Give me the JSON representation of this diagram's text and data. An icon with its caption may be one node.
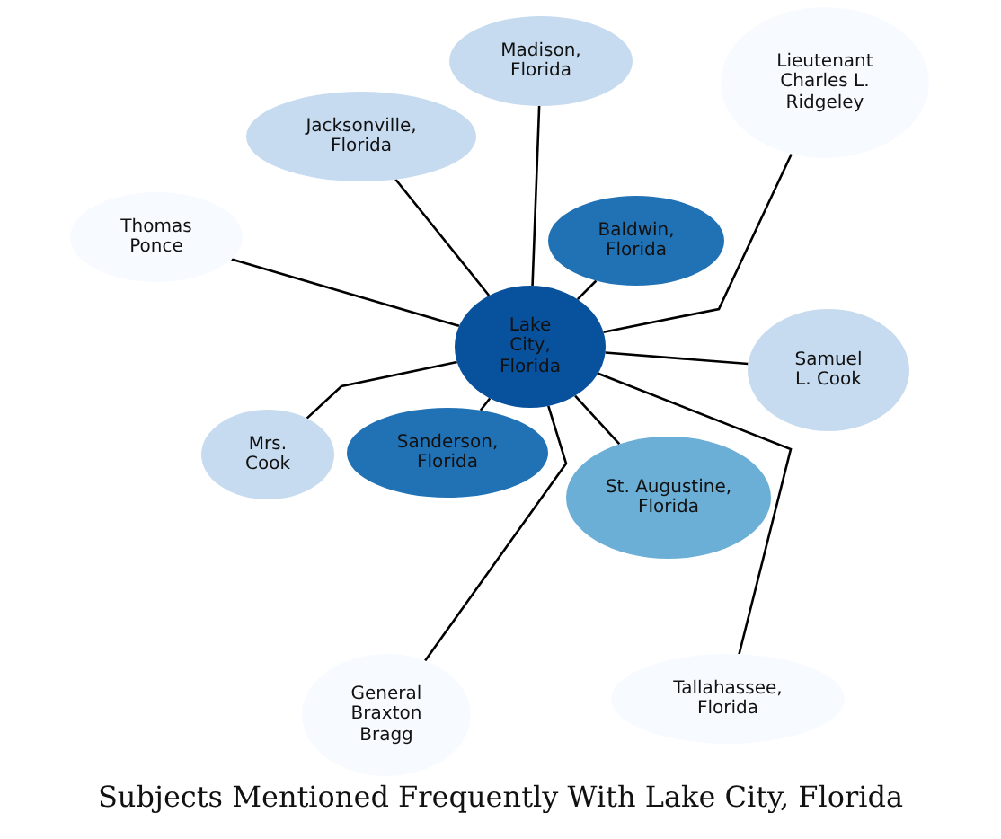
{
  "diagram": {
    "caption": "Subjects Mentioned Frequently With Lake City, Florida",
    "nodes": [
      {
        "text": [
          "Lake City, Florida"
        ]
      },
      {
        "text": [
          "Madison, Florida"
        ]
      },
      {
        "text": [
          "Lieutenant Charles L. Ridgeley"
        ]
      },
      {
        "text": [
          "Jacksonville, Florida"
        ]
      },
      {
        "text": [
          "Baldwin, Florida"
        ]
      },
      {
        "text": [
          "Thomas Ponce"
        ]
      },
      {
        "text": [
          "Samuel L. Cook"
        ]
      },
      {
        "text": [
          "Mrs. Cook"
        ]
      },
      {
        "text": [
          "Sanderson, Florida"
        ]
      },
      {
        "text": [
          "St. Augustine, Florida"
        ]
      },
      {
        "text": [
          "General Braxton Bragg"
        ]
      },
      {
        "text": [
          "Tallahassee, Florida"
        ]
      }
    ],
    "edges": [
      {
        "from": 0,
        "to": 1,
        "arrow": "none"
      },
      {
        "from": 0,
        "to": 2,
        "arrow": "none"
      },
      {
        "from": 0,
        "to": 3,
        "arrow": "none"
      },
      {
        "from": 0,
        "to": 4,
        "arrow": "none"
      },
      {
        "from": 0,
        "to": 5,
        "arrow": "none"
      },
      {
        "from": 0,
        "to": 6,
        "arrow": "none"
      },
      {
        "from": 0,
        "to": 7,
        "arrow": "none"
      },
      {
        "from": 0,
        "to": 8,
        "arrow": "none"
      },
      {
        "from": 0,
        "to": 9,
        "arrow": "none"
      },
      {
        "from": 0,
        "to": 10,
        "arrow": "none"
      },
      {
        "from": 0,
        "to": 11,
        "arrow": "none"
      }
    ]
  }
}
